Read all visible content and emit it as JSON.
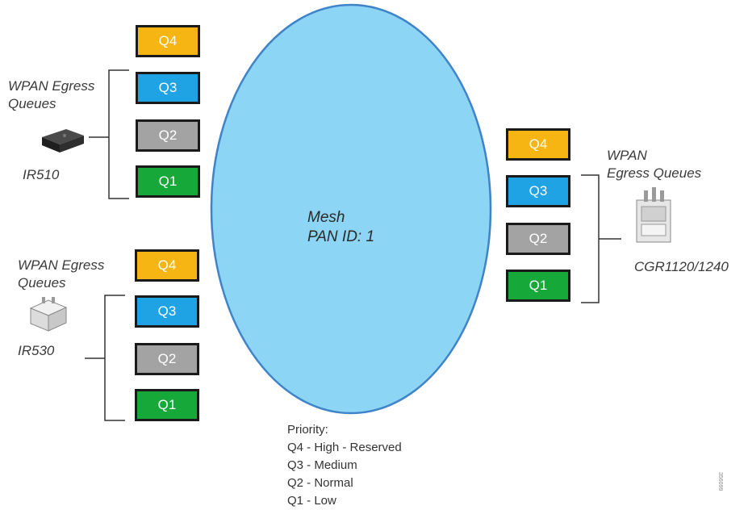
{
  "colors": {
    "q4": "#f6b512",
    "q3": "#1fa3e4",
    "q2": "#a3a3a3",
    "q1": "#17a83a",
    "mesh_fill": "#8dd5f4",
    "mesh_stroke": "#3f83c9"
  },
  "mesh": {
    "line1": "Mesh",
    "line2": "PAN ID: 1"
  },
  "ir510": {
    "egress_line1": "WPAN Egress",
    "egress_line2": "Queues",
    "device_name": "IR510",
    "device_icon": "ir510-router-icon",
    "queues": [
      "Q4",
      "Q3",
      "Q2",
      "Q1"
    ]
  },
  "ir530": {
    "egress_line1": "WPAN Egress",
    "egress_line2": "Queues",
    "device_name": "IR530",
    "device_icon": "ir530-router-icon",
    "queues": [
      "Q4",
      "Q3",
      "Q2",
      "Q1"
    ]
  },
  "cgr": {
    "egress_line1": "WPAN",
    "egress_line2": "Egress Queues",
    "device_name": "CGR1120/1240",
    "device_icon": "cgr-router-icon",
    "queues": [
      "Q4",
      "Q3",
      "Q2",
      "Q1"
    ]
  },
  "priority": {
    "title": "Priority:",
    "items": [
      "Q4 - High - Reserved",
      "Q3 - Medium",
      "Q2 - Normal",
      "Q1 - Low"
    ]
  },
  "figure_id": "356099"
}
